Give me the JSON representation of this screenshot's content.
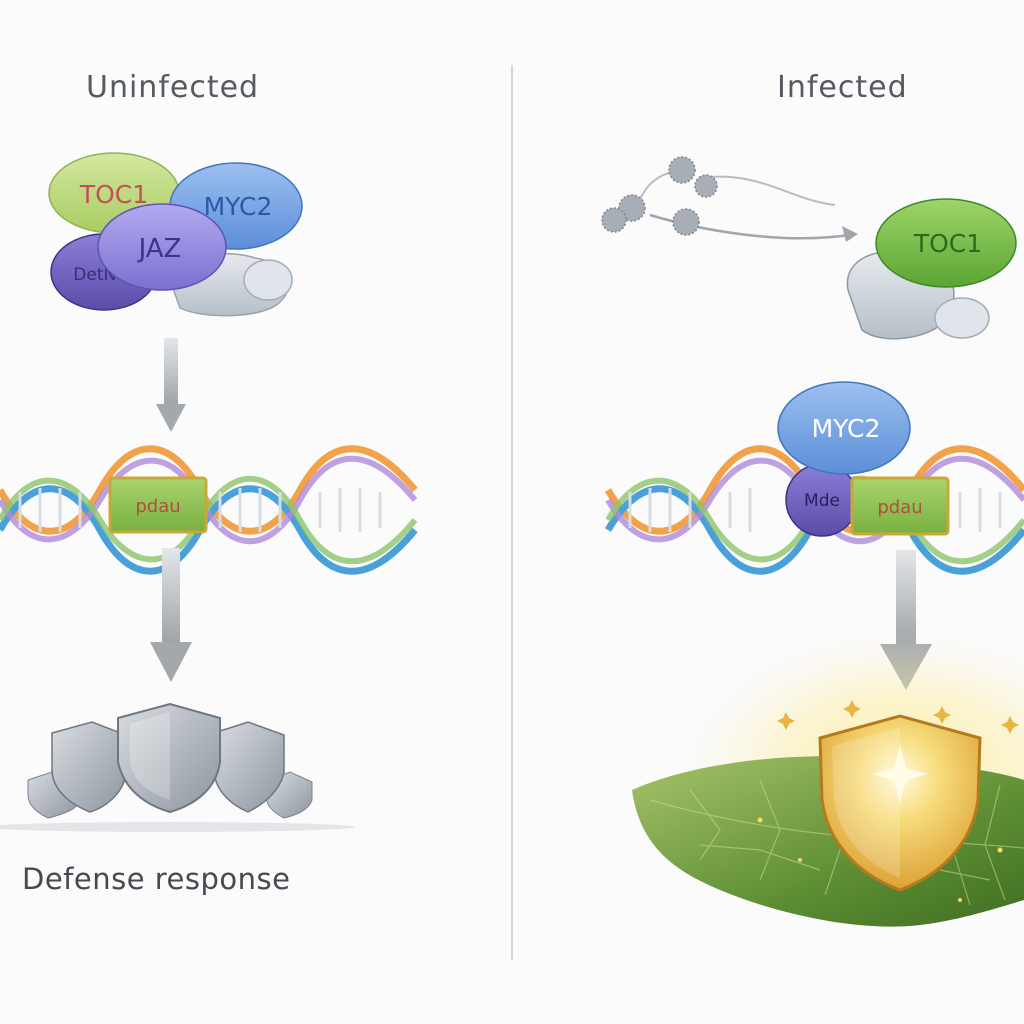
{
  "panels": {
    "left": {
      "title": "Uninfected",
      "proteins": {
        "toc1": "TOC1",
        "myc2": "MYC2",
        "jaz": "JAZ",
        "garbled_protein": "DetNe",
        "gene_box": "pdau"
      },
      "caption": "Defense response"
    },
    "right": {
      "title": "Infected",
      "proteins": {
        "toc1": "TOC1",
        "myc2": "MYC2",
        "partner": "Mde",
        "gene_box": "pdau"
      }
    }
  },
  "colors": {
    "toc1": "#b9d77a",
    "myc2": "#6f9ee0",
    "jaz": "#8f86d8",
    "purple_dark": "#6a5bb8",
    "gene_box": "#8cc155",
    "arrow": "#9ea3a8",
    "shield_grey": "#a9b0b8",
    "shield_gold": "#f3c65a",
    "leaf": "#6f9a3a",
    "divider": "#d3d6d9"
  }
}
